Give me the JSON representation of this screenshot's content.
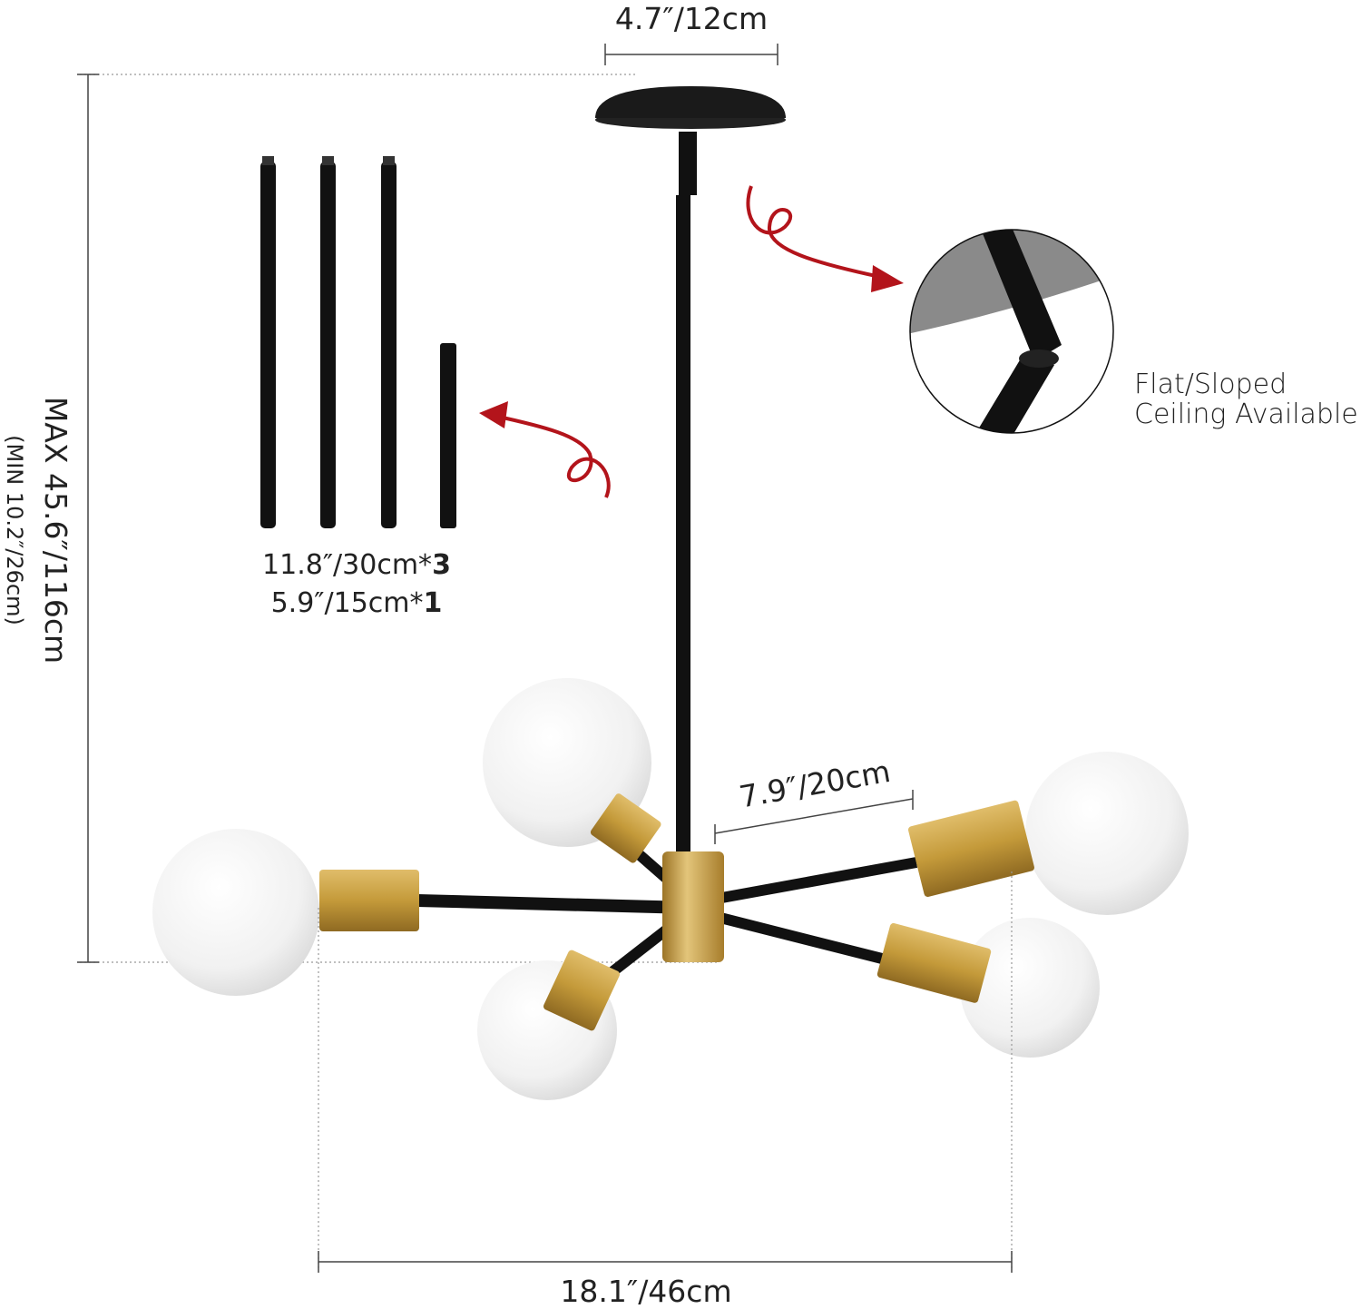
{
  "dimensions": {
    "canopy_width": "4.7″/12cm",
    "max_height": "MAX 45.6″/116cm",
    "min_height": "(MIN 10.2″/26cm)",
    "arm_length": "7.9″/20cm",
    "total_width": "18.1″/46cm"
  },
  "rods": {
    "long_rod_size": "11.8″/30cm*",
    "long_rod_count": "3",
    "short_rod_size": "5.9″/15cm*",
    "short_rod_count": "1"
  },
  "ceiling_note": {
    "line1": "Flat/Sloped",
    "line2": "Ceiling Available"
  },
  "colors": {
    "black_metal": "#111111",
    "brass": "#c49a3a",
    "arrow_red": "#b3141b",
    "bulb": "#f4f4f4"
  }
}
